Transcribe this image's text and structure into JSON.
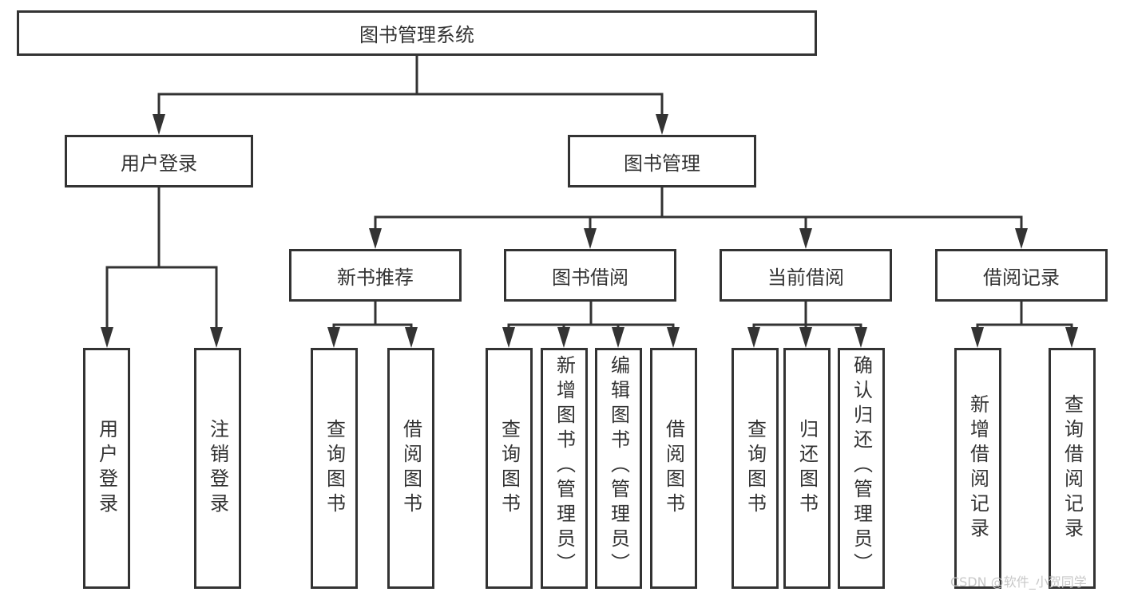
{
  "root": {
    "label": "图书管理系统"
  },
  "level1": [
    {
      "label": "用户登录",
      "children": [
        "用户登录",
        "注销登录"
      ]
    },
    {
      "label": "图书管理"
    }
  ],
  "modules": [
    {
      "label": "新书推荐",
      "children": [
        "查询图书",
        "借阅图书"
      ]
    },
    {
      "label": "图书借阅",
      "children": [
        "查询图书",
        "新增图书（管理员）",
        "编辑图书（管理员）",
        "借阅图书"
      ]
    },
    {
      "label": "当前借阅",
      "children": [
        "查询图书",
        "归还图书",
        "确认归还（管理员）"
      ]
    },
    {
      "label": "借阅记录",
      "children": [
        "新增借阅记录",
        "查询借阅记录"
      ]
    }
  ],
  "watermark": "CSDN @软件_小贺同学",
  "colors": {
    "stroke": "#333333",
    "text": "#333333",
    "background": "#ffffff"
  }
}
